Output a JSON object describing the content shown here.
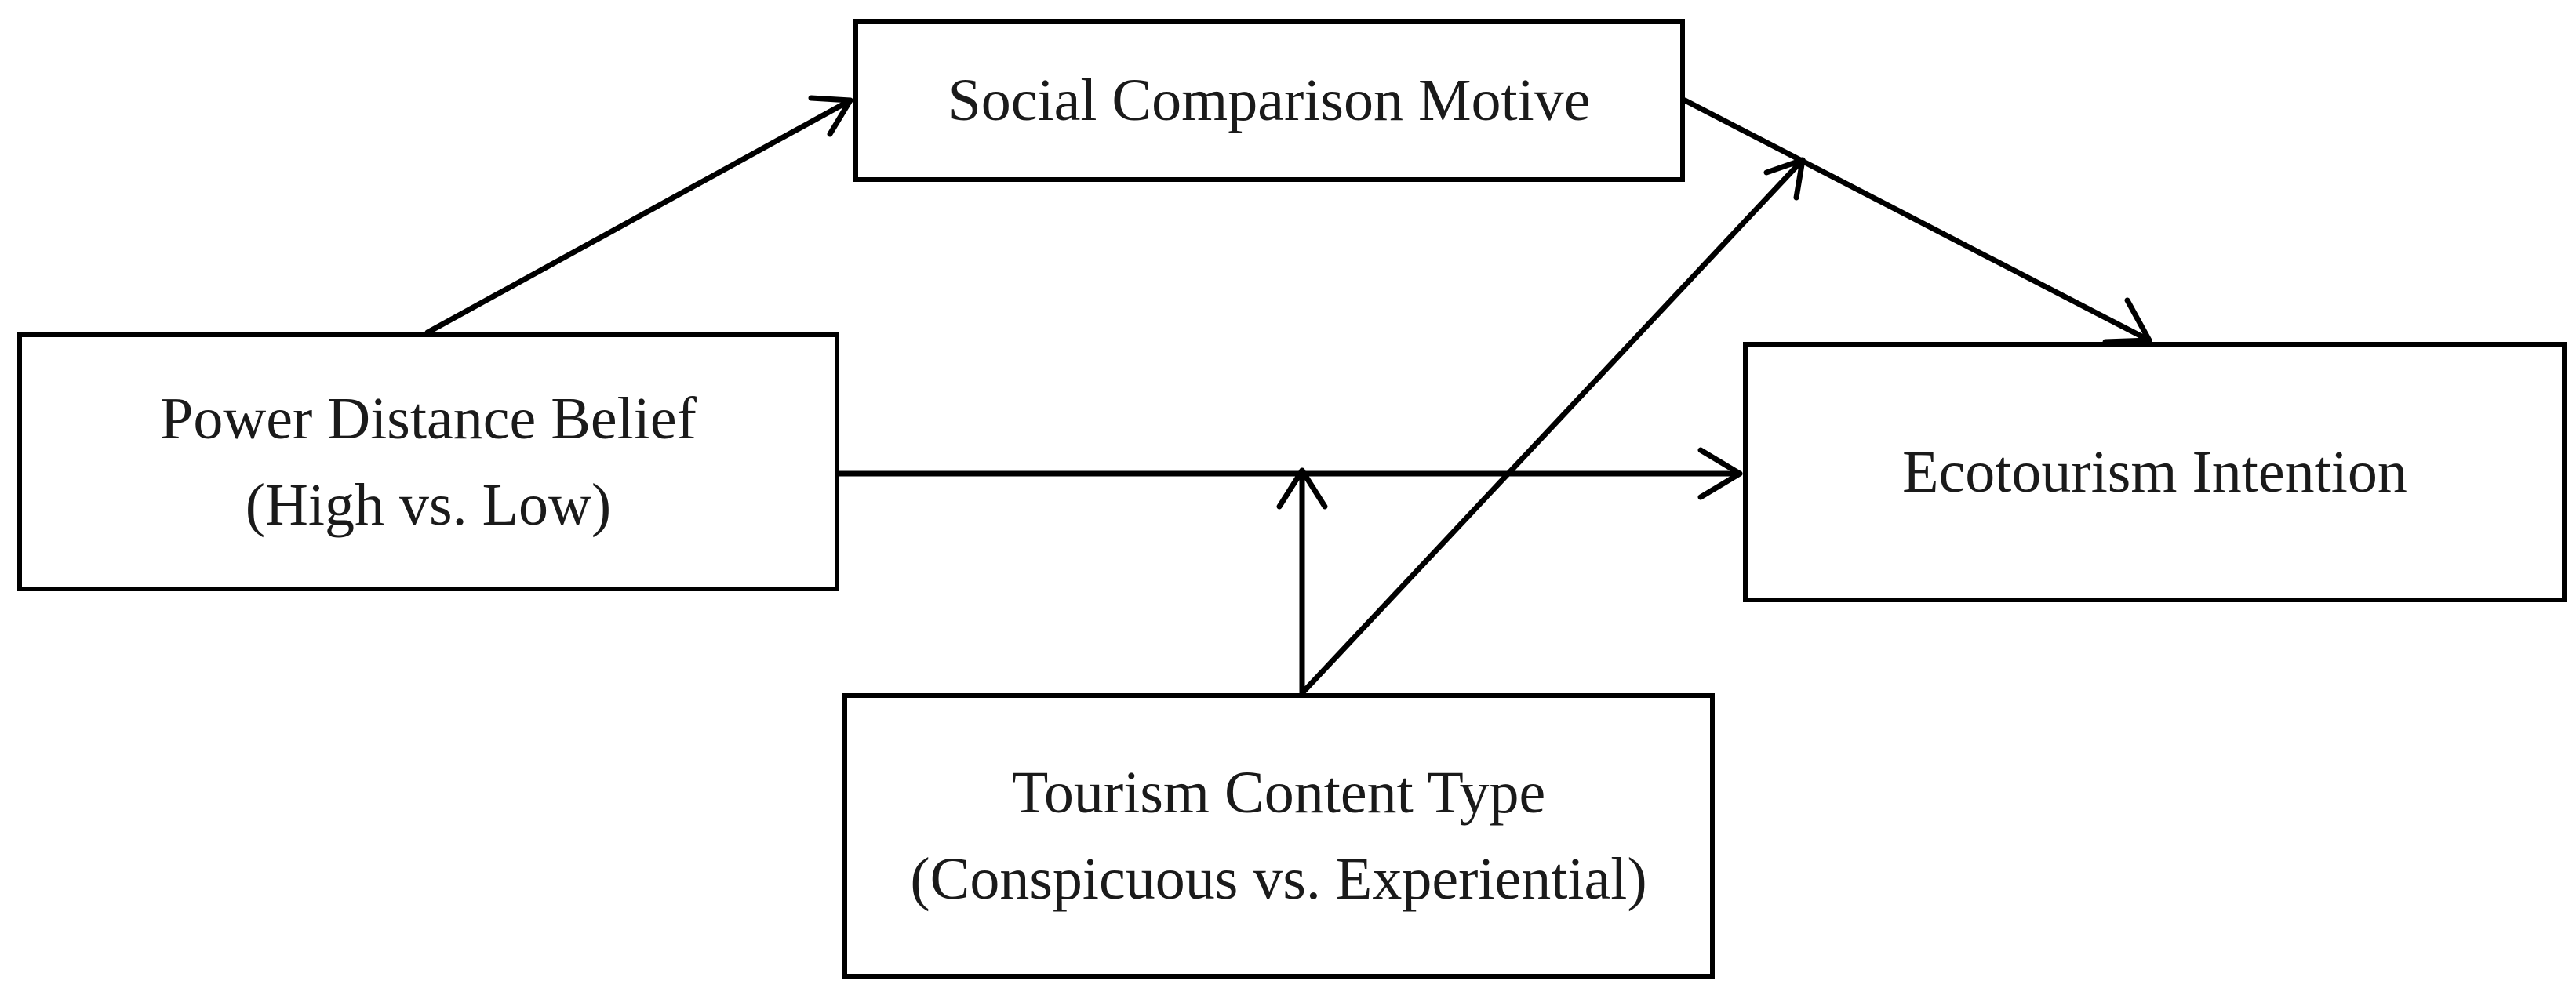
{
  "nodes": {
    "social_comparison": {
      "label": "Social Comparison Motive"
    },
    "power_distance": {
      "line1": "Power Distance Belief",
      "line2": "(High vs. Low)"
    },
    "ecotourism": {
      "label": "Ecotourism Intention"
    },
    "tourism_content": {
      "line1": "Tourism Content Type",
      "line2": "(Conspicuous vs. Experiential)"
    }
  },
  "edges": [
    {
      "from": "power_distance",
      "to": "social_comparison"
    },
    {
      "from": "social_comparison",
      "to": "ecotourism"
    },
    {
      "from": "power_distance",
      "to": "ecotourism"
    },
    {
      "from": "tourism_content",
      "to": "path power_distance → ecotourism"
    },
    {
      "from": "tourism_content",
      "to": "path social_comparison → ecotourism"
    }
  ]
}
